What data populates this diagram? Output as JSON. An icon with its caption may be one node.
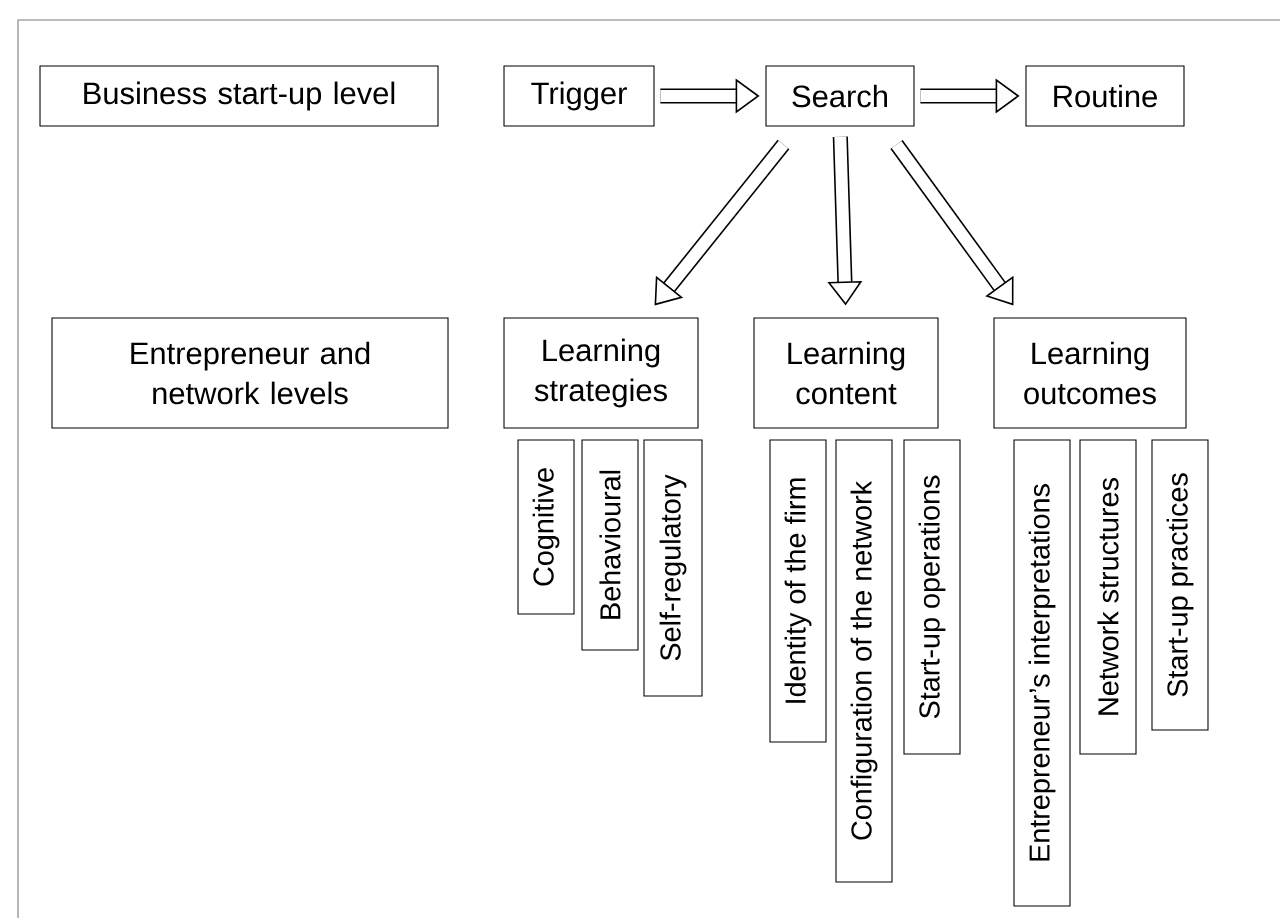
{
  "diagram": {
    "nodes": [
      {
        "text": [
          "Business start-up level"
        ]
      },
      {
        "text": [
          "Trigger"
        ]
      },
      {
        "text": [
          "Search"
        ]
      },
      {
        "text": [
          "Routine"
        ]
      },
      {
        "text": [
          "Entrepreneur and network levels"
        ]
      },
      {
        "text": [
          "Learning strategies"
        ]
      },
      {
        "text": [
          "Learning content"
        ]
      },
      {
        "text": [
          "Learning outcomes"
        ]
      },
      {
        "text": [
          "Cognitive"
        ]
      },
      {
        "text": [
          "Behavioural"
        ]
      },
      {
        "text": [
          "Self-regulatory"
        ]
      },
      {
        "text": [
          "Identity of the firm"
        ]
      },
      {
        "text": [
          "Configuration of the network"
        ]
      },
      {
        "text": [
          "Start-up operations"
        ]
      },
      {
        "text": [
          "Entrepreneur’s interpretations"
        ]
      },
      {
        "text": [
          "Network structures"
        ]
      },
      {
        "text": [
          "Start-up practices"
        ]
      }
    ],
    "edges": [
      {
        "from": 1,
        "to": 2,
        "arrow": "to"
      },
      {
        "from": 2,
        "to": 3,
        "arrow": "to"
      },
      {
        "from": 2,
        "to": 5,
        "arrow": "to"
      },
      {
        "from": 2,
        "to": 6,
        "arrow": "to"
      },
      {
        "from": 2,
        "to": 7,
        "arrow": "to"
      }
    ]
  }
}
